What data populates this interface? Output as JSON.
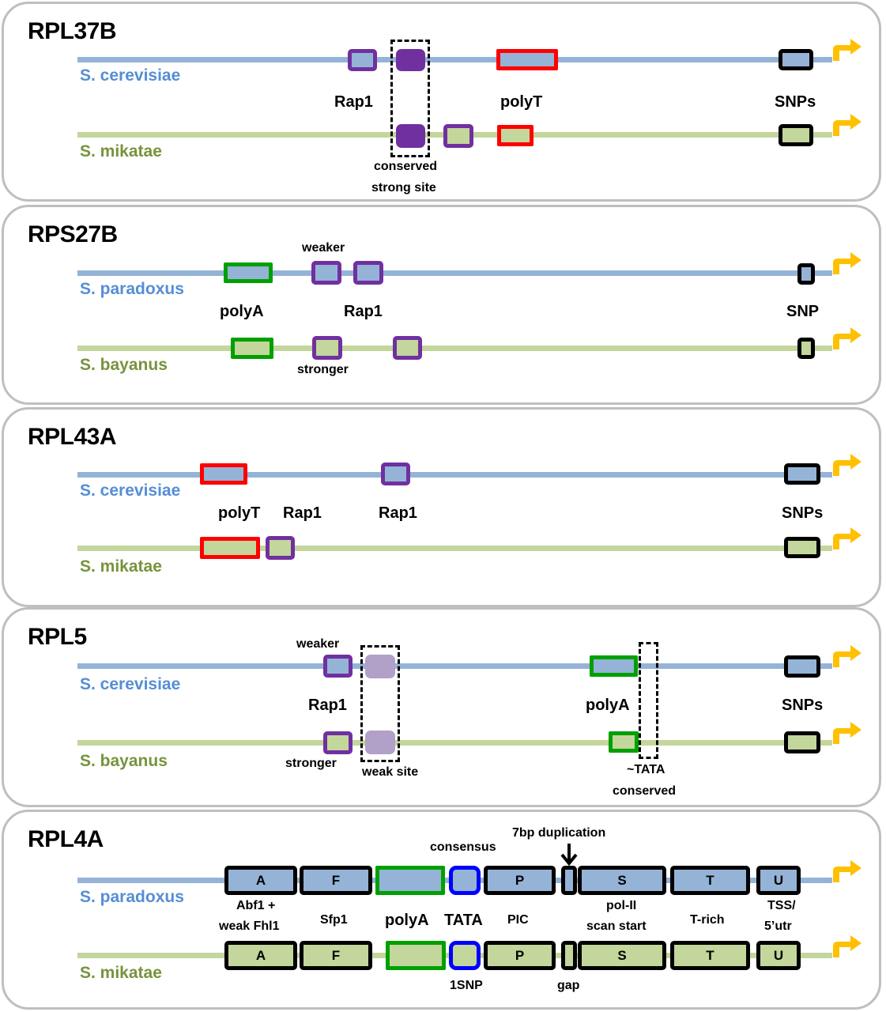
{
  "colors": {
    "line_a": "#95b3d7",
    "line_b": "#c3d69b",
    "species_a_text": "#558ed5",
    "species_b_text": "#77933c",
    "rap1": "#7030a0",
    "rap1_faded": "#b1a0c7",
    "polyT": "#ff0000",
    "polyA": "#00a000",
    "tata": "#0000ff",
    "snp": "#000000",
    "tss_arrow": "#ffc000"
  },
  "panels": [
    {
      "gene": "RPL37B",
      "species_a": "S. cerevisiae",
      "species_b": "S. mikatae",
      "labels": {
        "rap1": "Rap1",
        "polyT": "polyT",
        "snps": "SNPs",
        "conserved": "conserved",
        "strong_site": "strong site"
      }
    },
    {
      "gene": "RPS27B",
      "species_a": "S. paradoxus",
      "species_b": "S. bayanus",
      "labels": {
        "weaker": "weaker",
        "polyA": "polyA",
        "rap1": "Rap1",
        "snp": "SNP",
        "stronger": "stronger"
      }
    },
    {
      "gene": "RPL43A",
      "species_a": "S. cerevisiae",
      "species_b": "S. mikatae",
      "labels": {
        "polyT": "polyT",
        "rap1_a": "Rap1",
        "rap1_b": "Rap1",
        "snps": "SNPs"
      }
    },
    {
      "gene": "RPL5",
      "species_a": "S. cerevisiae",
      "species_b": "S. bayanus",
      "labels": {
        "weaker": "weaker",
        "rap1": "Rap1",
        "stronger": "stronger",
        "weak_site": "weak site",
        "polyA": "polyA",
        "tata": "~TATA",
        "conserved": "conserved",
        "snps": "SNPs"
      }
    },
    {
      "gene": "RPL4A",
      "species_a": "S. paradoxus",
      "species_b": "S. mikatae",
      "labels": {
        "consensus": "consensus",
        "duplication": "7bp duplication",
        "abf1": "Abf1 +",
        "fhl1": "weak Fhl1",
        "sfp1": "Sfp1",
        "polyA": "polyA",
        "tata": "TATA",
        "pic": "PIC",
        "pol2": "pol-II",
        "scan": "scan start",
        "trich": "T-rich",
        "tss": "TSS/",
        "utr": "5’utr",
        "snp1": "1SNP",
        "gap": "gap"
      },
      "blocks": [
        "A",
        "F",
        "P",
        "S",
        "T",
        "U"
      ]
    }
  ]
}
